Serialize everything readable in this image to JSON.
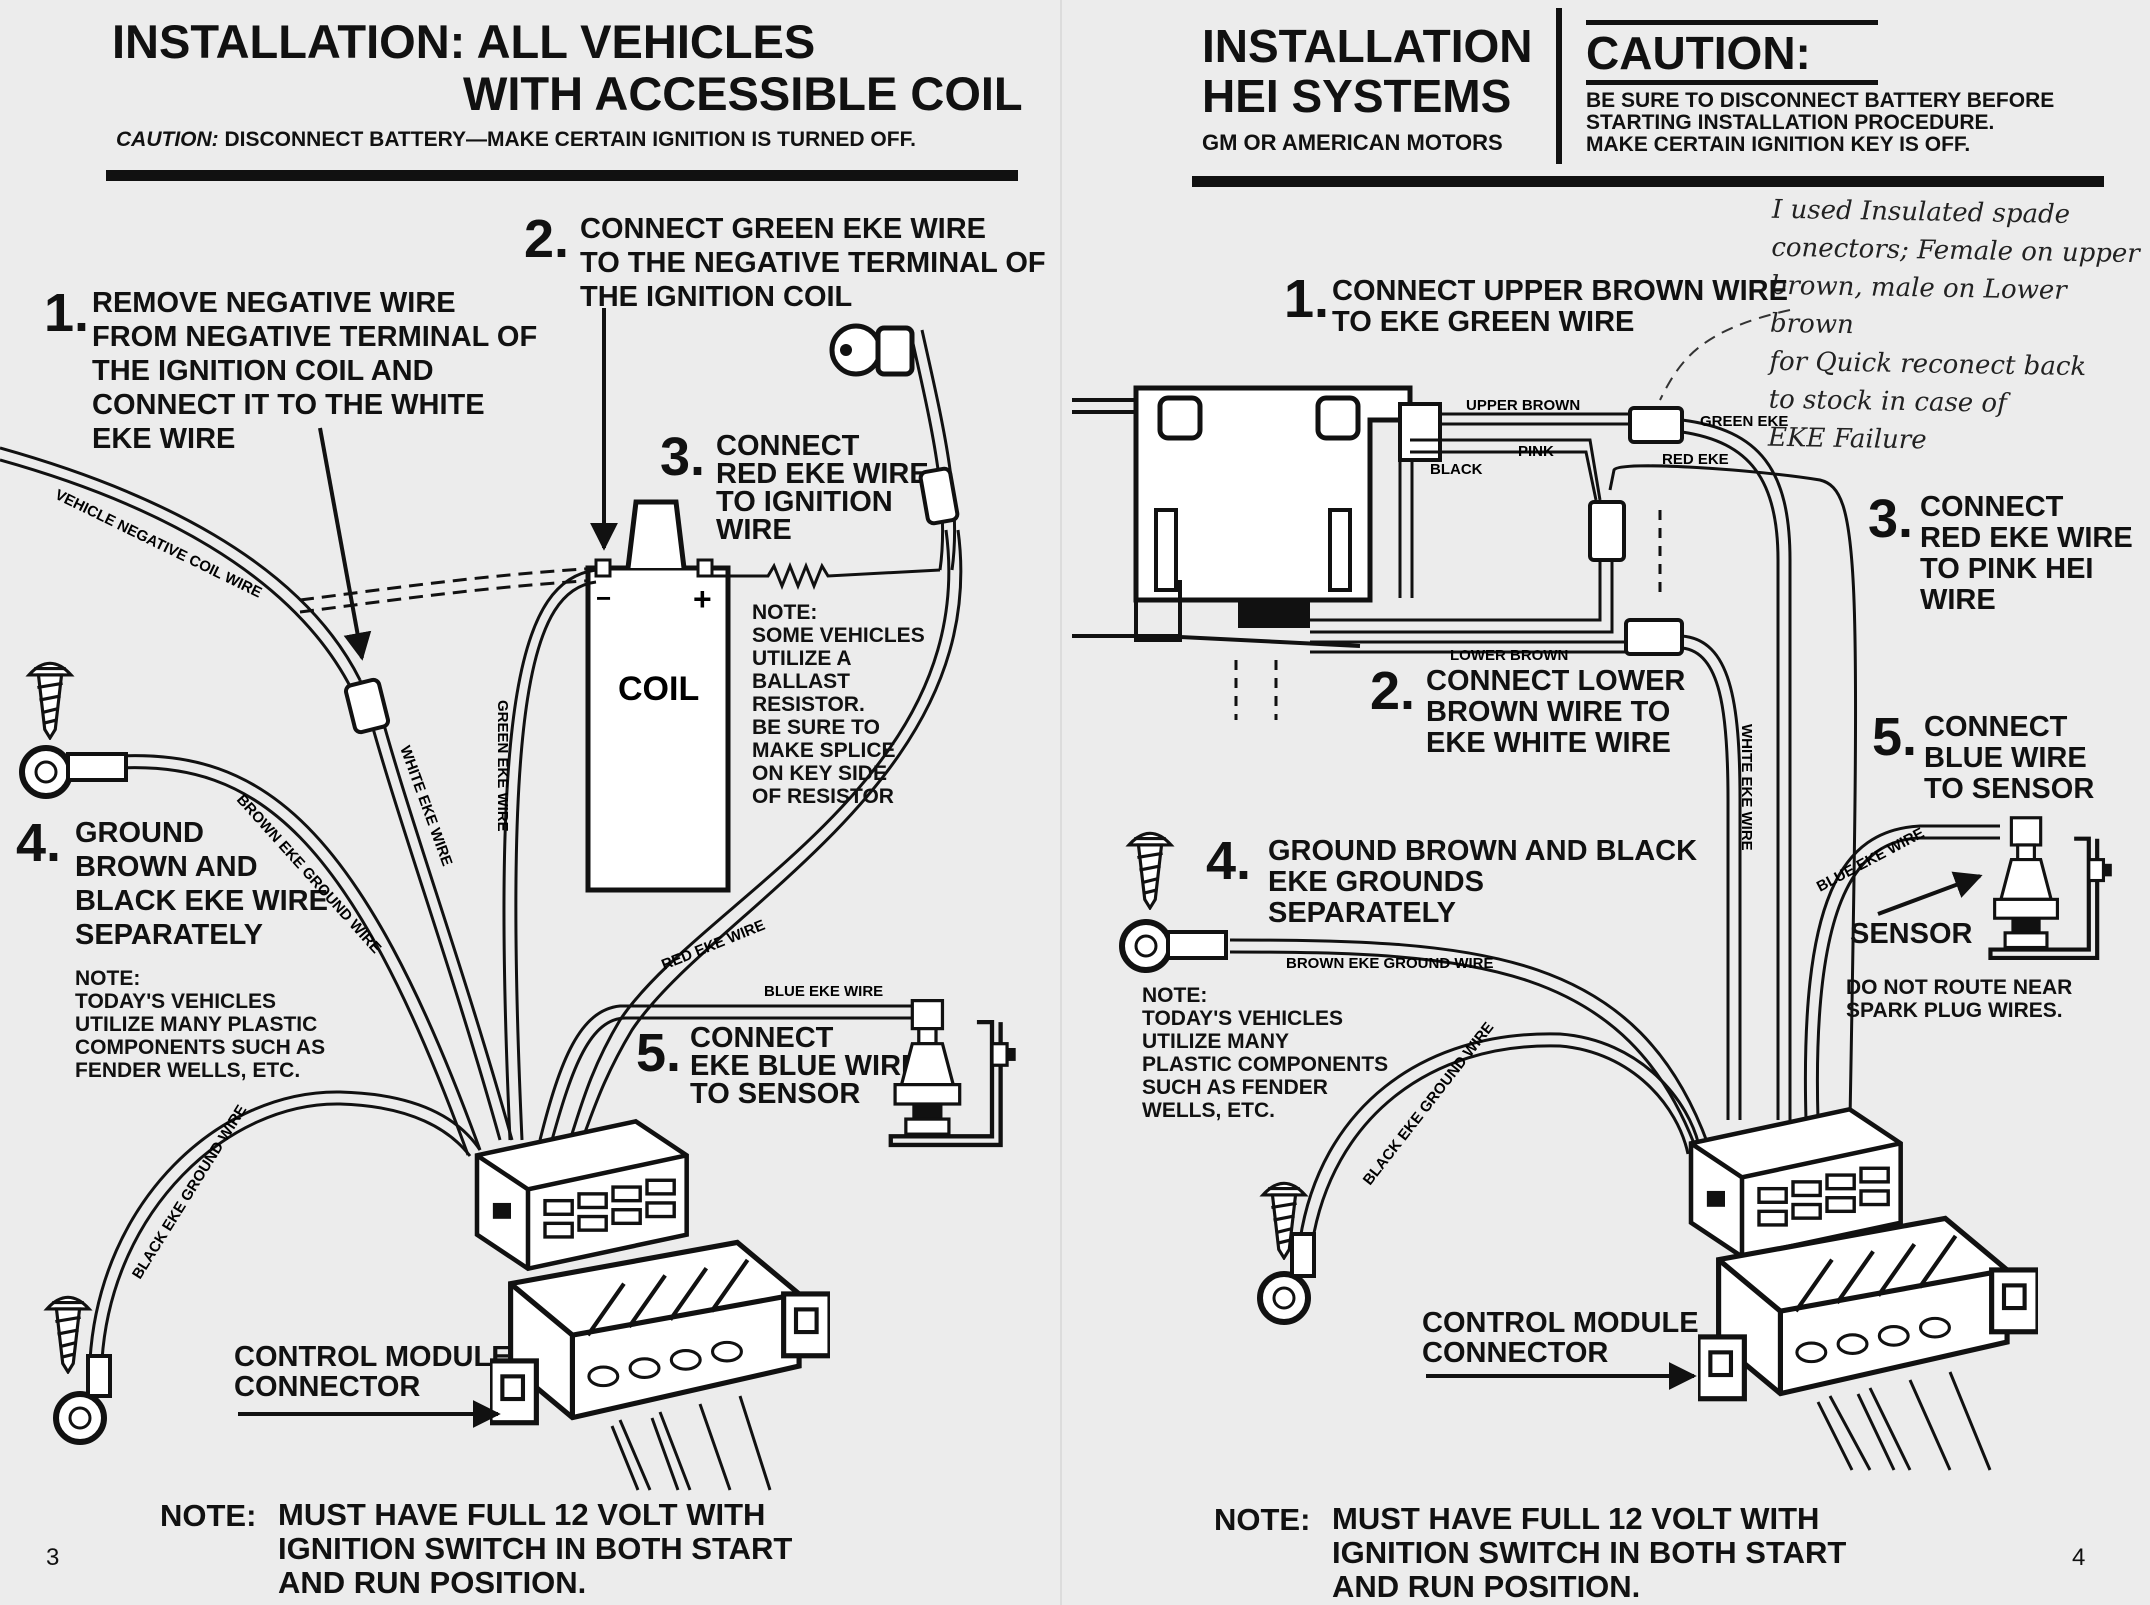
{
  "left_page": {
    "title_line1": "INSTALLATION: ALL VEHICLES",
    "title_line2": "WITH ACCESSIBLE COIL",
    "caution_label": "CAUTION:",
    "caution_text": " DISCONNECT BATTERY—MAKE CERTAIN IGNITION IS TURNED OFF.",
    "step1_num": "1.",
    "step1_text": "REMOVE NEGATIVE WIRE\nFROM NEGATIVE TERMINAL OF\nTHE IGNITION COIL AND\nCONNECT IT TO THE WHITE\nEKE WIRE",
    "step2_num": "2.",
    "step2_text": "CONNECT GREEN EKE WIRE\nTO THE NEGATIVE TERMINAL OF\nTHE IGNITION COIL",
    "step3_num": "3.",
    "step3_text": "CONNECT\nRED EKE WIRE\nTO IGNITION\nWIRE",
    "step4_num": "4.",
    "step4_text": "GROUND\nBROWN AND\nBLACK EKE WIRE\nSEPARATELY",
    "step5_num": "5.",
    "step5_text": "CONNECT\nEKE BLUE WIRE\nTO SENSOR",
    "coil_note": "NOTE:\nSOME VEHICLES\nUTILIZE A\nBALLAST\nRESISTOR.\nBE SURE TO\nMAKE SPLICE\nON KEY SIDE\nOF RESISTOR",
    "plastic_note": "NOTE:\nTODAY'S VEHICLES\nUTILIZE MANY PLASTIC\nCOMPONENTS SUCH AS\nFENDER WELLS, ETC.",
    "coil_label": "COIL",
    "connector_label": "CONTROL MODULE\nCONNECTOR",
    "wire_vehicle_neg": "VEHICLE NEGATIVE COIL WIRE",
    "wire_white": "WHITE EKE WIRE",
    "wire_green": "GREEN EKE WIRE",
    "wire_brown_ground": "BROWN EKE GROUND WIRE",
    "wire_red": "RED EKE WIRE",
    "wire_blue": "BLUE EKE WIRE",
    "wire_black_ground": "BLACK EKE GROUND WIRE",
    "coil_minus": "−",
    "coil_plus": "+",
    "bottom_note_label": "NOTE:",
    "bottom_note_text": "MUST HAVE FULL 12 VOLT WITH\nIGNITION SWITCH IN BOTH START\nAND RUN POSITION.",
    "page_number": "3"
  },
  "right_page": {
    "title_line1": "INSTALLATION",
    "title_line2": "HEI SYSTEMS",
    "subtitle": "GM OR AMERICAN MOTORS",
    "caution_heading": "CAUTION:",
    "caution_text": "BE SURE TO DISCONNECT BATTERY BEFORE\nSTARTING INSTALLATION PROCEDURE.\nMAKE CERTAIN IGNITION KEY IS OFF.",
    "handwritten_note": "I used Insulated spade\nconectors; Female on upper\nbrown, male on Lower brown\nfor Quick reconect back\nto stock  in case of\nEKE Failure",
    "step1_num": "1.",
    "step1_text": "CONNECT UPPER BROWN WIRE\nTO EKE GREEN WIRE",
    "step2_num": "2.",
    "step2_text": "CONNECT LOWER\nBROWN WIRE TO\nEKE WHITE WIRE",
    "step3_num": "3.",
    "step3_text": "CONNECT\nRED EKE WIRE\nTO PINK HEI\nWIRE",
    "step4_num": "4.",
    "step4_text": "GROUND BROWN AND BLACK\nEKE GROUNDS\nSEPARATELY",
    "step5_num": "5.",
    "step5_text": "CONNECT\nBLUE WIRE\nTO SENSOR",
    "sensor_label": "SENSOR",
    "route_note": "DO NOT ROUTE NEAR\nSPARK PLUG WIRES.",
    "plastic_note": "NOTE:\nTODAY'S VEHICLES\nUTILIZE MANY\nPLASTIC COMPONENTS\nSUCH AS FENDER\nWELLS, ETC.",
    "connector_label": "CONTROL MODULE\nCONNECTOR",
    "wire_upper_brown": "UPPER BROWN",
    "wire_green": "GREEN EKE",
    "wire_red": "RED EKE",
    "wire_pink": "PINK",
    "wire_black": "BLACK",
    "wire_lower_brown": "LOWER BROWN",
    "wire_white": "WHITE EKE WIRE",
    "wire_blue": "BLUE EKE WIRE",
    "wire_brown_ground": "BROWN EKE GROUND WIRE",
    "wire_black_ground": "BLACK EKE GROUND WIRE",
    "bottom_note_label": "NOTE:",
    "bottom_note_text": "MUST HAVE FULL 12 VOLT WITH\nIGNITION SWITCH IN BOTH START\nAND RUN POSITION.",
    "page_number": "4"
  }
}
